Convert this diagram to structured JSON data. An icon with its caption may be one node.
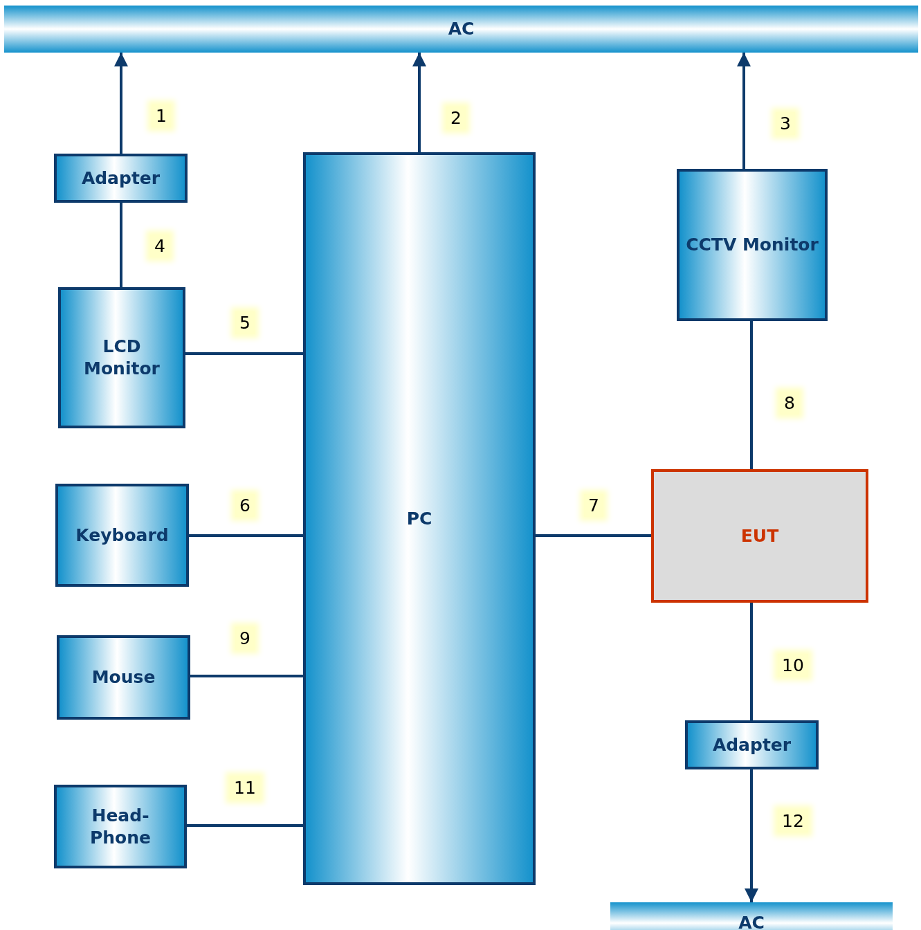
{
  "diagram": {
    "nodes": [
      {
        "text": [
          "AC"
        ]
      },
      {
        "text": [
          "Adapter"
        ]
      },
      {
        "text": [
          "LCD Monitor"
        ]
      },
      {
        "text": [
          "PC"
        ]
      },
      {
        "text": [
          "CCTV Monitor"
        ]
      },
      {
        "text": [
          "Keyboard"
        ]
      },
      {
        "text": [
          "EUT"
        ]
      },
      {
        "text": [
          "Mouse"
        ]
      },
      {
        "text": [
          "Head-Phone"
        ]
      },
      {
        "text": [
          "Adapter"
        ]
      },
      {
        "text": [
          "AC"
        ]
      }
    ],
    "edges": [
      {
        "from": 1,
        "to": 0,
        "arrow": "to",
        "label": "1"
      },
      {
        "from": 3,
        "to": 0,
        "arrow": "to",
        "label": "2"
      },
      {
        "from": 4,
        "to": 0,
        "arrow": "to",
        "label": "3"
      },
      {
        "from": 2,
        "to": 1,
        "arrow": "none",
        "label": "4"
      },
      {
        "from": 2,
        "to": 3,
        "arrow": "none",
        "label": "5"
      },
      {
        "from": 5,
        "to": 3,
        "arrow": "none",
        "label": "6"
      },
      {
        "from": 3,
        "to": 6,
        "arrow": "none",
        "label": "7"
      },
      {
        "from": 6,
        "to": 4,
        "arrow": "none",
        "label": "8"
      },
      {
        "from": 7,
        "to": 3,
        "arrow": "none",
        "label": "9"
      },
      {
        "from": 6,
        "to": 9,
        "arrow": "none",
        "label": "10"
      },
      {
        "from": 8,
        "to": 3,
        "arrow": "none",
        "label": "11"
      },
      {
        "from": 9,
        "to": 10,
        "arrow": "to",
        "label": "12"
      }
    ]
  }
}
